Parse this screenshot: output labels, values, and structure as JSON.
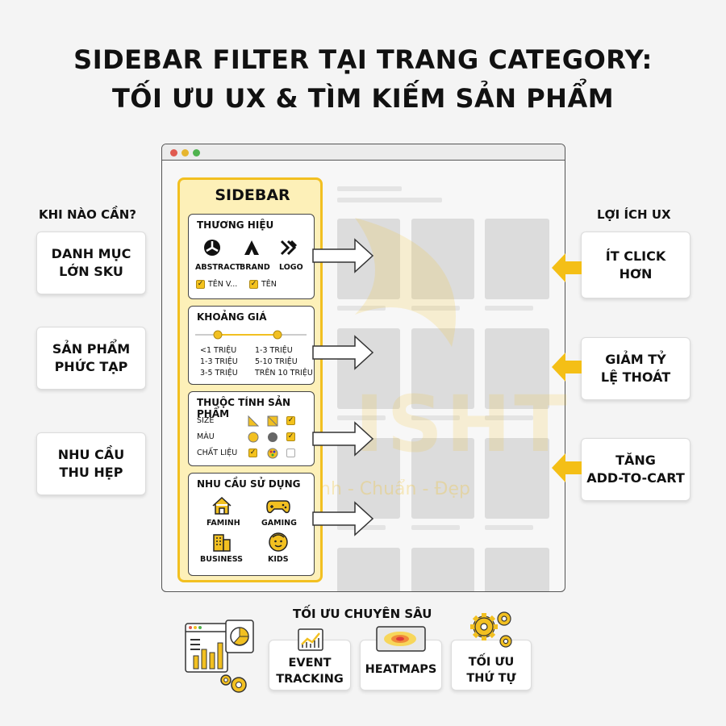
{
  "title": {
    "line1": "SIDEBAR FILTER TẠI TRANG CATEGORY:",
    "line2": "TỐI ƯU UX & TÌM KIẾM SẢN PHẨM"
  },
  "left": {
    "heading": "KHI NÀO CẦN?",
    "cards": [
      "DANH MỤC\nLỚN SKU",
      "SẢN PHẨM\nPHỨC TẠP",
      "NHU CẦU\nTHU HẸP"
    ]
  },
  "right": {
    "heading": "LỢI ÍCH UX",
    "cards": [
      "ÍT CLICK\nHƠN",
      "GIẢM TỶ\nLỆ THOÁT",
      "TĂNG\nADD-TO-CART"
    ]
  },
  "sidebar": {
    "title": "SIDEBAR",
    "brand": {
      "title": "THƯƠNG HIỆU",
      "logos": [
        "ABSTRACT",
        "BRAND",
        "LOGO"
      ],
      "checks": [
        "TÊN V...",
        "TÊN"
      ]
    },
    "price": {
      "title": "KHOẢNG GIÁ",
      "left": [
        "<1 TRIỆU",
        "1-3 TRIỆU",
        "3-5 TRIỆU"
      ],
      "right": [
        "1-3 TRIỆU",
        "5-10 TRIỆU",
        "TRÊN 10 TRIỆU"
      ]
    },
    "attributes": {
      "title": "THUỘC TÍNH SẢN PHẨM",
      "rows": [
        "SIZE",
        "MÀU",
        "CHẤT LIỆU"
      ]
    },
    "usage": {
      "title": "NHU CẦU SỬ DỤNG",
      "items": [
        "FAMINH",
        "GAMING",
        "BUSINESS",
        "KIDS"
      ]
    }
  },
  "watermark": {
    "text": "ISHT",
    "slogan": "nh - Chuẩn - Đẹp"
  },
  "bottom": {
    "title": "TỐI ƯU CHUYÊN SÂU",
    "cards": [
      "EVENT\nTRACKING",
      "HEATMAPS",
      "TỐI ƯU\nTHỨ TỰ"
    ]
  },
  "colors": {
    "accent": "#f2c021",
    "sidebar_bg": "#fdf0b8",
    "placeholder": "#dcdcdc"
  }
}
